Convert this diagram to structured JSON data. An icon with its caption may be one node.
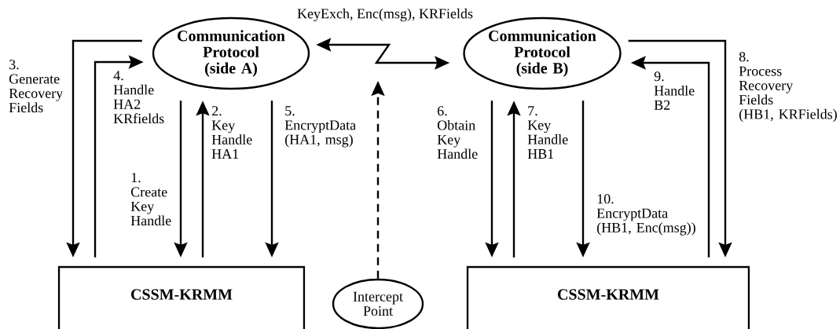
{
  "diagram": {
    "nodes": [
      {
        "text": [
          "Communication Protocol (side A)"
        ]
      },
      {
        "text": [
          "Communication Protocol (side B)"
        ]
      },
      {
        "text": [
          "CSSM-KRMM"
        ]
      },
      {
        "text": [
          "CSSM-KRMM"
        ]
      },
      {
        "text": [
          "Intercept Point"
        ]
      }
    ],
    "edges": [
      {
        "from": 0,
        "to": 2,
        "arrow": "to",
        "label": "1. Create Key Handle"
      },
      {
        "from": 2,
        "to": 0,
        "arrow": "to",
        "label": "2. Key Handle HA1"
      },
      {
        "from": 0,
        "to": 2,
        "arrow": "to",
        "label": "3. Generate Recovery Fields"
      },
      {
        "from": 2,
        "to": 0,
        "arrow": "to",
        "label": "4. Handle HA2 KRfields"
      },
      {
        "from": 0,
        "to": 2,
        "arrow": "to",
        "label": "5. EncryptData (HA1, msg)"
      },
      {
        "from": 0,
        "to": 1,
        "arrow": "both",
        "label": "KeyExch, Enc(msg), KRFields"
      },
      {
        "from": 4,
        "to": null,
        "arrow": "to",
        "style": "dashed"
      },
      {
        "from": 1,
        "to": 3,
        "arrow": "to",
        "label": "6. Obtain Key Handle"
      },
      {
        "from": 3,
        "to": 1,
        "arrow": "to",
        "label": "7. Key Handle HB1"
      },
      {
        "from": 1,
        "to": 3,
        "arrow": "to",
        "label": "8. Process Recovery Fields (HB1, KRFields)"
      },
      {
        "from": 3,
        "to": 1,
        "arrow": "to",
        "label": "9. Handle B2"
      },
      {
        "from": 1,
        "to": 3,
        "arrow": "to",
        "label": "10. EncryptData (HB1, Enc(msg))"
      }
    ]
  }
}
